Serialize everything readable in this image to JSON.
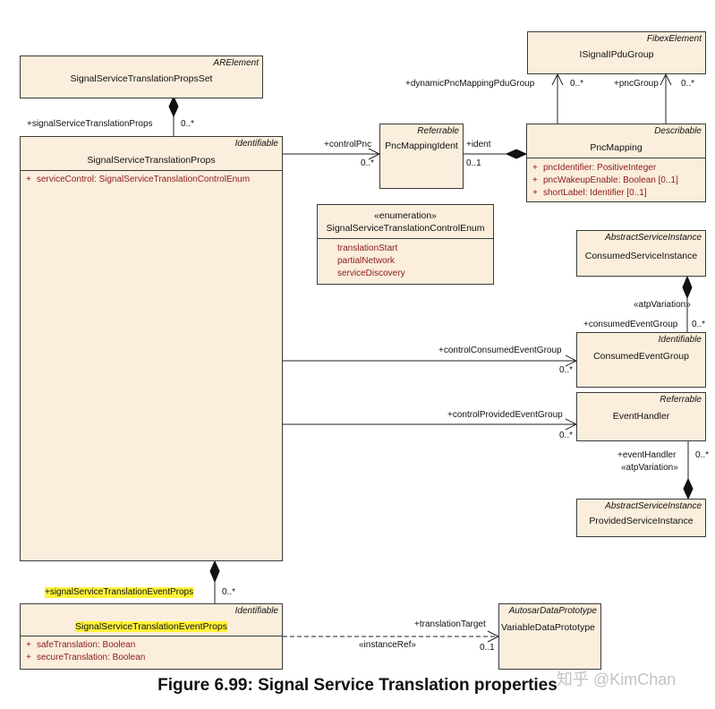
{
  "classes": {
    "props_set": {
      "stereotype": "ARElement",
      "name": "SignalServiceTranslationPropsSet"
    },
    "props": {
      "stereotype": "Identifiable",
      "name": "SignalServiceTranslationProps",
      "attributes": [
        "serviceControl: SignalServiceTranslationControlEnum"
      ]
    },
    "pnc_mapping_ident": {
      "stereotype": "Referrable",
      "name": "PncMappingIdent"
    },
    "isignal_ipdu_group": {
      "stereotype": "FibexElement",
      "name": "ISignalIPduGroup"
    },
    "pnc_mapping": {
      "stereotype": "Describable",
      "name": "PncMapping",
      "attributes": [
        "pncIdentifier: PositiveInteger",
        "pncWakeupEnable: Boolean [0..1]",
        "shortLabel: Identifier [0..1]"
      ]
    },
    "control_enum": {
      "stereotype": "«enumeration»",
      "name": "SignalServiceTranslationControlEnum",
      "literals": [
        "translationStart",
        "partialNetwork",
        "serviceDiscovery"
      ]
    },
    "consumed_service_instance": {
      "stereotype": "AbstractServiceInstance",
      "name": "ConsumedServiceInstance"
    },
    "consumed_event_group": {
      "stereotype": "Identifiable",
      "name": "ConsumedEventGroup"
    },
    "event_handler": {
      "stereotype": "Referrable",
      "name": "EventHandler"
    },
    "provided_service_instance": {
      "stereotype": "AbstractServiceInstance",
      "name": "ProvidedServiceInstance"
    },
    "event_props": {
      "stereotype": "Identifiable",
      "name": "SignalServiceTranslationEventProps",
      "attributes": [
        "safeTranslation: Boolean",
        "secureTranslation: Boolean"
      ]
    },
    "variable_data_prototype": {
      "stereotype": "AutosarDataPrototype",
      "name": "VariableDataPrototype"
    }
  },
  "associations": {
    "signal_service_translation_props": {
      "role": "+signalServiceTranslationProps",
      "multiplicity": "0..*"
    },
    "control_pnc": {
      "role": "+controlPnc",
      "multiplicity": "0..*"
    },
    "ident": {
      "role": "+ident",
      "multiplicity": "0..1"
    },
    "dynamic_pnc_mapping_pdu_group": {
      "role": "+dynamicPncMappingPduGroup",
      "multiplicity": "0..*"
    },
    "pnc_group": {
      "role": "+pncGroup",
      "multiplicity": "0..*"
    },
    "consumed_event_group": {
      "role": "+consumedEventGroup",
      "multiplicity": "0..*",
      "stereotype": "«atpVariation»"
    },
    "control_consumed_event_group": {
      "role": "+controlConsumedEventGroup",
      "multiplicity": "0..*"
    },
    "control_provided_event_group": {
      "role": "+controlProvidedEventGroup",
      "multiplicity": "0..*"
    },
    "event_handler": {
      "role": "+eventHandler",
      "multiplicity": "0..*",
      "stereotype": "«atpVariation»"
    },
    "signal_service_translation_event_props": {
      "role": "+signalServiceTranslationEventProps",
      "multiplicity": "0..*"
    },
    "translation_target": {
      "role": "+translationTarget",
      "multiplicity": "0..1",
      "stereotype": "«instanceRef»"
    }
  },
  "caption": "Figure 6.99: Signal Service Translation properties",
  "watermark": "知乎 @KimChan"
}
